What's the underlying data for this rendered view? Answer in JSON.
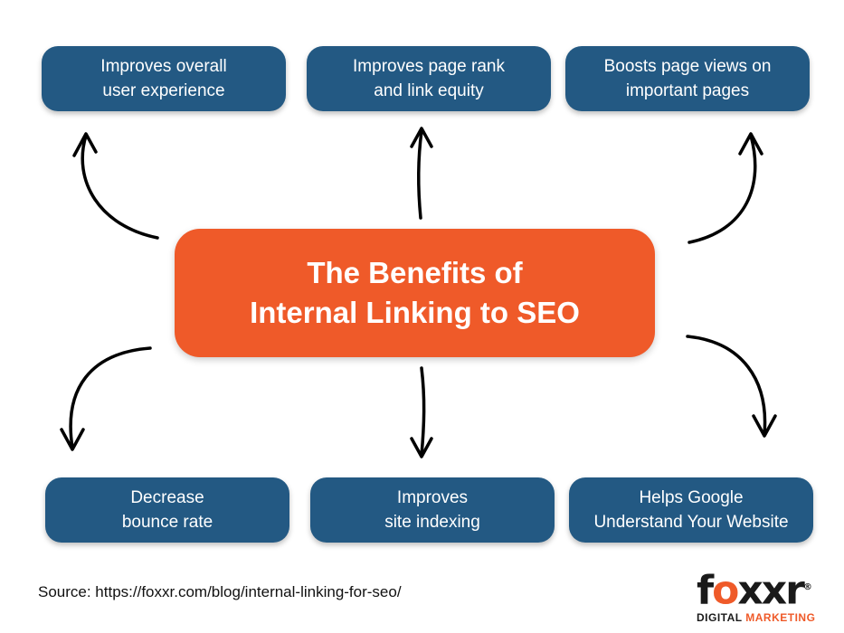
{
  "title": {
    "line1": "The Benefits of",
    "line2": "Internal Linking to SEO"
  },
  "benefits": [
    {
      "line1": "Improves overall",
      "line2": "user experience"
    },
    {
      "line1": "Improves page rank",
      "line2": "and link equity"
    },
    {
      "line1": "Boosts page views on",
      "line2": "important pages"
    },
    {
      "line1": "Decrease",
      "line2": "bounce rate"
    },
    {
      "line1": "Improves",
      "line2": "site indexing"
    },
    {
      "line1": "Helps Google",
      "line2": "Understand Your Website"
    }
  ],
  "source": "Source: https://foxxr.com/blog/internal-linking-for-seo/",
  "logo": {
    "name": "foxxr",
    "sub1": "DIGITAL",
    "sub2": "MARKETING",
    "reg": "®"
  },
  "colors": {
    "box": "#235983",
    "center": "#ef5a29"
  }
}
